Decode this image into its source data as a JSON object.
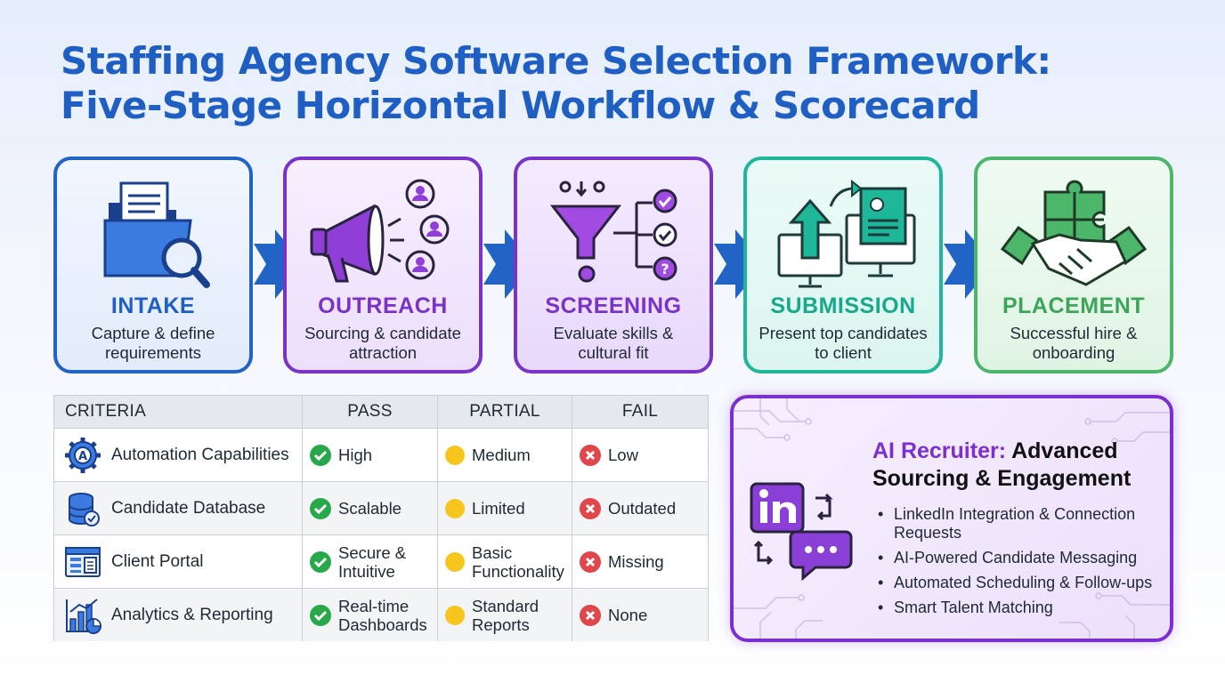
{
  "title": {
    "line1": "Staffing Agency Software Selection Framework:",
    "line2": "Five-Stage Horizontal Workflow & Scorecard"
  },
  "stages": [
    {
      "name": "INTAKE",
      "description": "Capture & define requirements",
      "icon": "folder-search-icon",
      "color": "#2263c6"
    },
    {
      "name": "OUTREACH",
      "description": "Sourcing & candidate attraction",
      "icon": "megaphone-people-icon",
      "color": "#7a33c9"
    },
    {
      "name": "SCREENING",
      "description": "Evaluate skills & cultural fit",
      "icon": "funnel-checklist-icon",
      "color": "#7a33c9"
    },
    {
      "name": "SUBMISSION",
      "description": "Present top candidates to client",
      "icon": "monitor-upload-icon",
      "color": "#17a98c"
    },
    {
      "name": "PLACEMENT",
      "description": "Successful hire & onboarding",
      "icon": "handshake-puzzle-icon",
      "color": "#3da55a"
    }
  ],
  "scorecard": {
    "headers": [
      "CRITERIA",
      "PASS",
      "PARTIAL",
      "FAIL"
    ],
    "rows": [
      {
        "criteria": "Automation Capabilities",
        "icon": "gear-automation-icon",
        "pass": "High",
        "partial": "Medium",
        "fail": "Low"
      },
      {
        "criteria": "Candidate Database",
        "icon": "database-check-icon",
        "pass": "Scalable",
        "partial": "Limited",
        "fail": "Outdated"
      },
      {
        "criteria": "Client Portal",
        "icon": "browser-portal-icon",
        "pass": "Secure & Intuitive",
        "partial": "Basic Functionality",
        "fail": "Missing"
      },
      {
        "criteria": "Analytics & Reporting",
        "icon": "bar-chart-icon",
        "pass": "Real-time Dashboards",
        "partial": "Standard Reports",
        "fail": "None"
      }
    ],
    "status_colors": {
      "pass": "#27a84a",
      "partial": "#f6c61f",
      "fail": "#e0474c"
    }
  },
  "ai_panel": {
    "title_highlight": "AI Recruiter:",
    "title_rest": "Advanced Sourcing & Engagement",
    "icon": "linkedin-chat-icon",
    "features": [
      "LinkedIn Integration & Connection Requests",
      "AI-Powered Candidate Messaging",
      "Automated Scheduling & Follow-ups",
      "Smart Talent Matching"
    ]
  }
}
